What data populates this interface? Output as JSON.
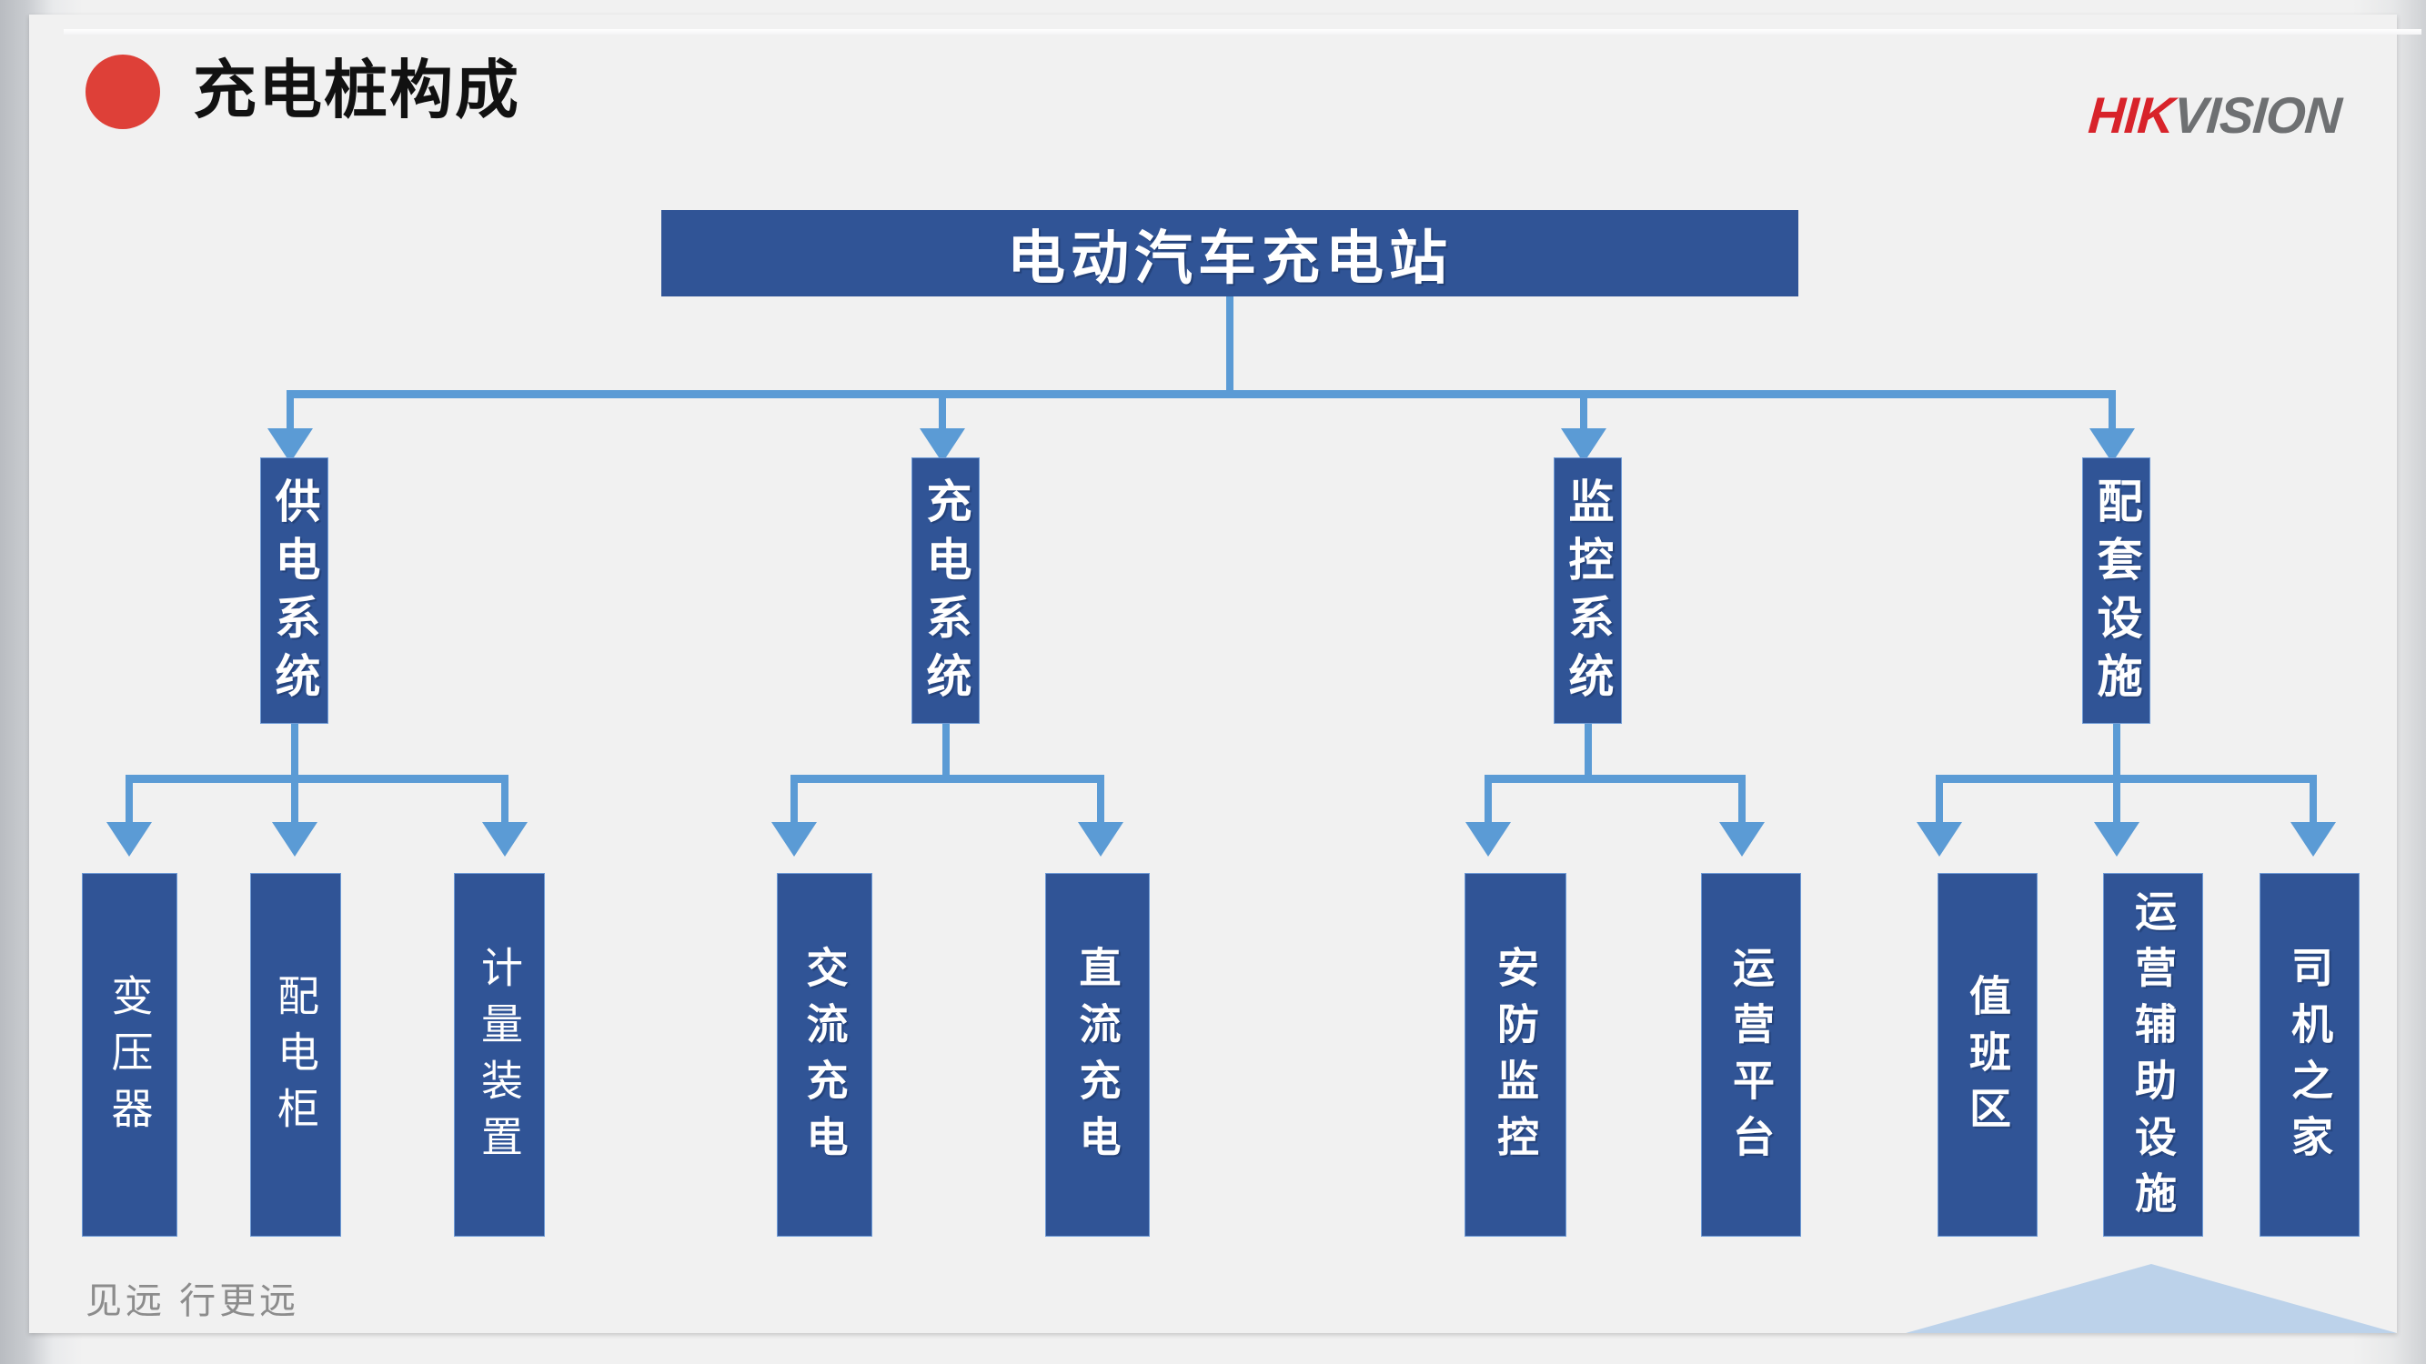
{
  "header": {
    "title": "充电桩构成",
    "bullet_color": "#de4038",
    "logo": {
      "part1": "HIK",
      "part2": "VISION",
      "part1_color": "#d8232a",
      "part2_color": "#6e7072"
    }
  },
  "footer": {
    "slogan": "见远 行更远"
  },
  "theme": {
    "node_fill": "#305496",
    "node_border": "#6f9bd6",
    "connector": "#5b9bd5",
    "background": "#f1f1f1",
    "corner_accent": "#bcd2ea"
  },
  "diagram": {
    "type": "tree",
    "root": {
      "label": "电动汽车充电站"
    },
    "branches": [
      {
        "label": "供电系统",
        "children": [
          {
            "label": "变压器"
          },
          {
            "label": "配电柜"
          },
          {
            "label": "计量装置"
          }
        ]
      },
      {
        "label": "充电系统",
        "children": [
          {
            "label": "交流充电"
          },
          {
            "label": "直流充电"
          }
        ]
      },
      {
        "label": "监控系统",
        "children": [
          {
            "label": "安防监控"
          },
          {
            "label": "运营平台"
          }
        ]
      },
      {
        "label": "配套设施",
        "children": [
          {
            "label": "值班区"
          },
          {
            "label": "运营辅助设施"
          },
          {
            "label": "司机之家"
          }
        ]
      }
    ]
  }
}
